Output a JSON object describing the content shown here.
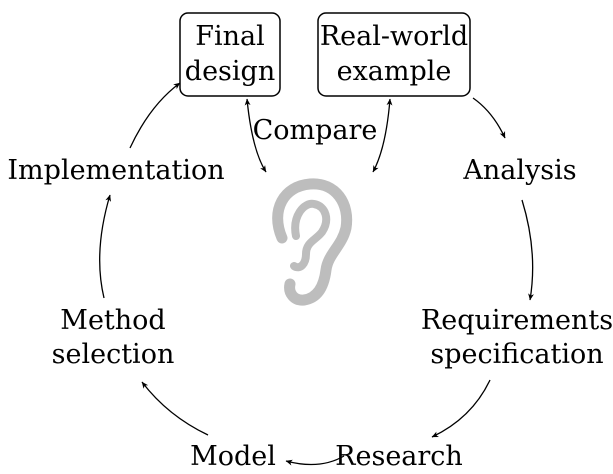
{
  "diagram": {
    "boxes": {
      "final_design": [
        "Final",
        "design"
      ],
      "real_world_example": [
        "Real-world",
        "example"
      ]
    },
    "nodes": {
      "analysis": "Analysis",
      "requirements": [
        "Requirements",
        "specification"
      ],
      "research": "Research",
      "model": "Model",
      "method_selection": [
        "Method",
        "selection"
      ],
      "implementation": "Implementation"
    },
    "compare_label": "Compare",
    "center_icon": "ear-icon",
    "colors": {
      "text": "#000000",
      "arrow": "#000000",
      "ear": "#bdbdbd"
    }
  }
}
